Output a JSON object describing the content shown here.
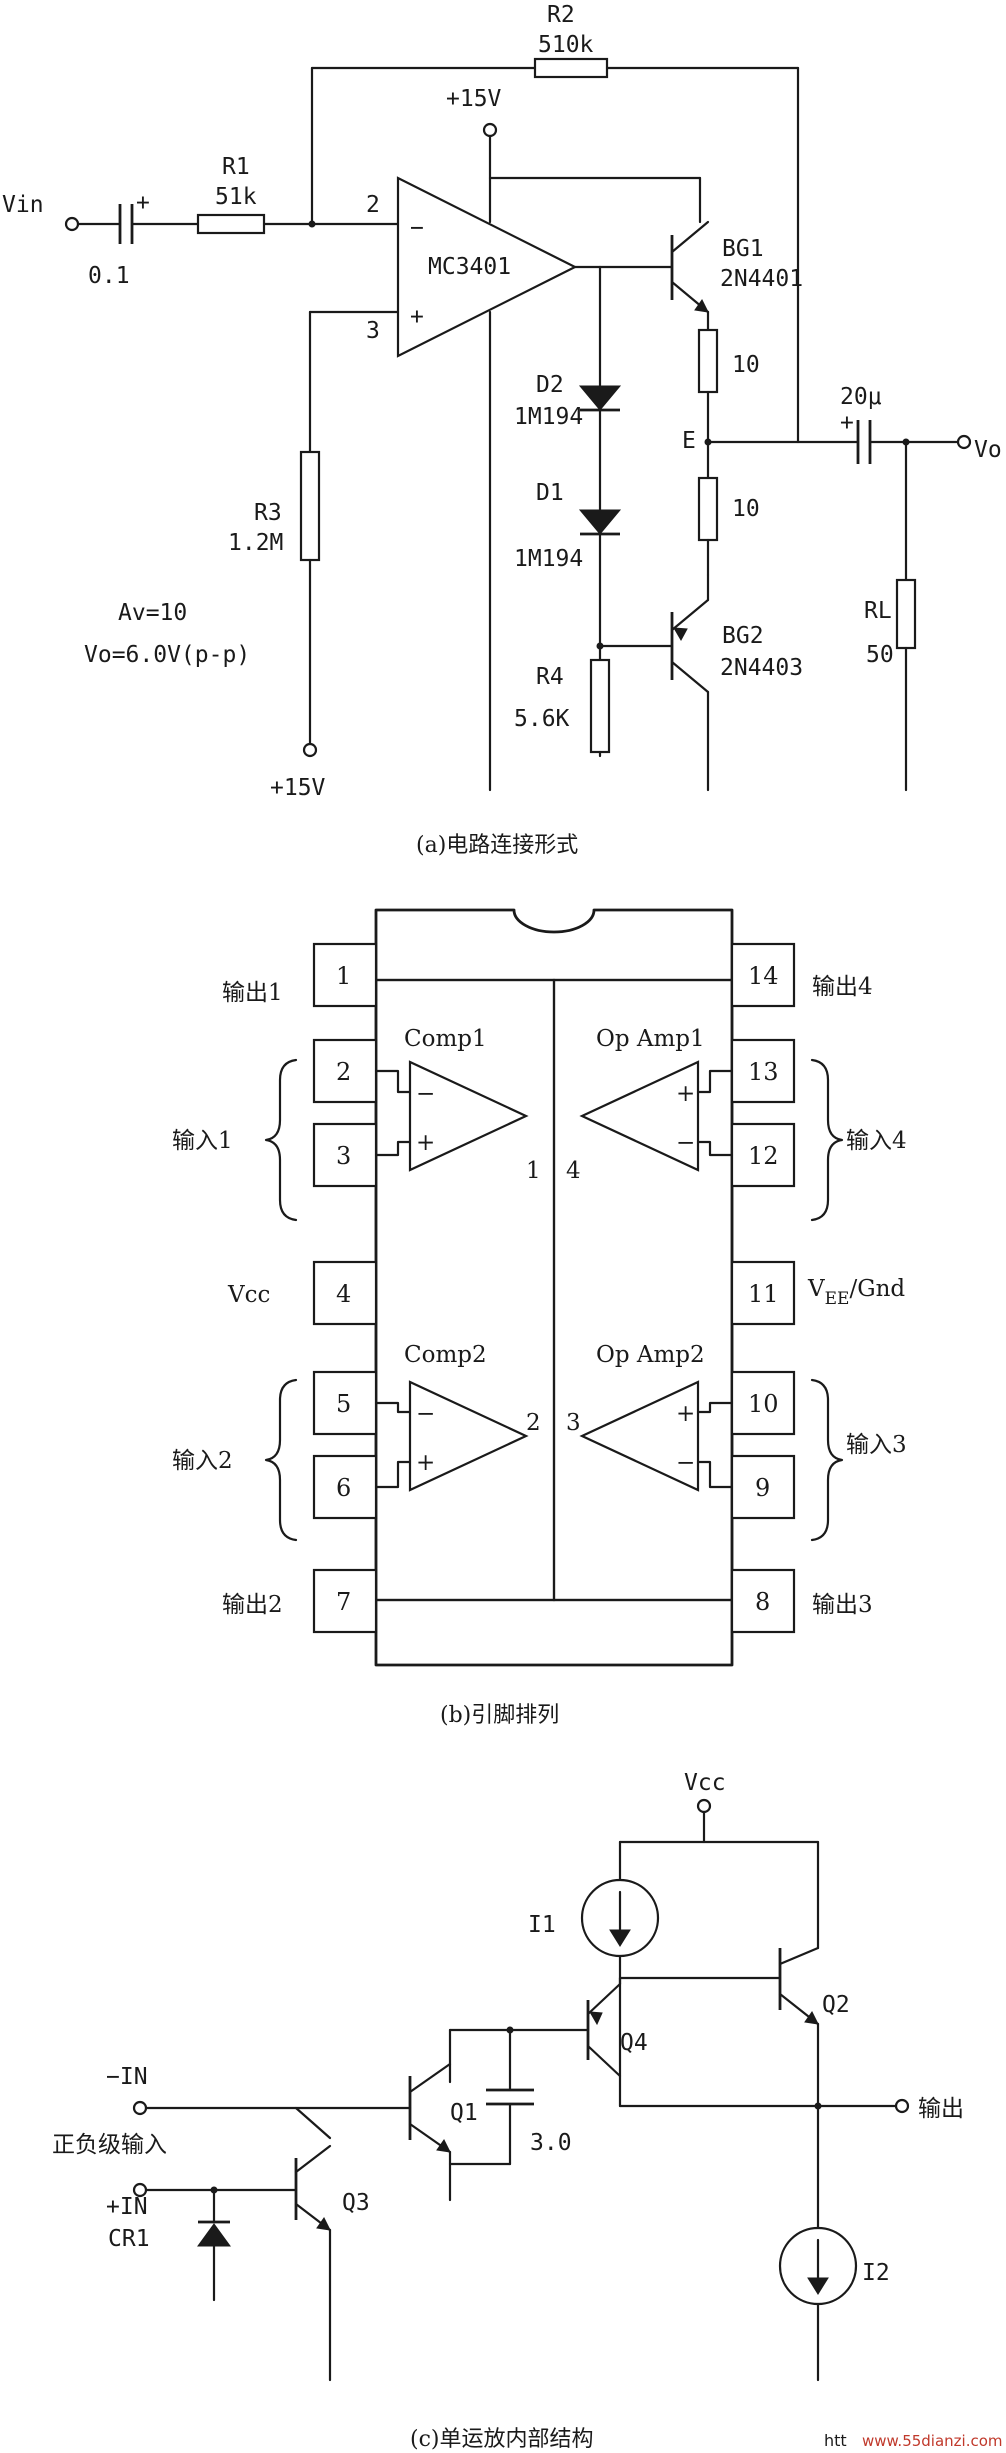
{
  "circuit_a": {
    "vin": "Vin",
    "c_in": "0.1",
    "c_in_plus": "+",
    "r1_name": "R1",
    "r1_val": "51k",
    "r2_name": "R2",
    "r2_val": "510k",
    "supply_top": "+15V",
    "opamp": "MC3401",
    "pin2": "2",
    "pin3": "3",
    "minus": "−",
    "plus": "+",
    "r3_name": "R3",
    "r3_val": "1.2M",
    "av": "Av=10",
    "vo_spec": "Vo=6.0V(p-p)",
    "supply_bottom": "+15V",
    "bg1_name": "BG1",
    "bg1_part": "2N4401",
    "bg2_name": "BG2",
    "bg2_part": "2N4403",
    "d2_name": "D2",
    "d2_part": "1M194",
    "d1_name": "D1",
    "d1_part": "1M194",
    "r_top": "10",
    "r_bot": "10",
    "node_e": "E",
    "r4_name": "R4",
    "r4_val": "5.6K",
    "c_out": "20μ",
    "c_out_plus": "+",
    "rl_name": "RL",
    "rl_val": "50",
    "vo": "Vo",
    "caption": "(a)电路连接形式"
  },
  "pinout_b": {
    "left_pins": [
      "1",
      "2",
      "3",
      "4",
      "5",
      "6",
      "7"
    ],
    "right_pins": [
      "14",
      "13",
      "12",
      "11",
      "10",
      "9",
      "8"
    ],
    "out1": "输出1",
    "in1": "输入1",
    "vcc": "Vcc",
    "in2": "输入2",
    "out2": "输出2",
    "out4": "输出4",
    "in4": "输入4",
    "vee_main": "V",
    "vee_sub": "EE",
    "vee_tail": "/Gnd",
    "in3": "输入3",
    "out3": "输出3",
    "comp1": "Comp1",
    "comp2": "Comp2",
    "opamp1": "Op Amp1",
    "opamp2": "Op Amp2",
    "unit1": "1",
    "unit2": "2",
    "unit3": "3",
    "unit4": "4",
    "minus": "−",
    "plus": "+",
    "caption": "(b)引脚排列"
  },
  "internal_c": {
    "vcc": "Vcc",
    "i1": "I1",
    "i2": "I2",
    "q1": "Q1",
    "q2": "Q2",
    "q3": "Q3",
    "q4": "Q4",
    "cap": "3.0",
    "minus_in": "−IN",
    "plus_in": "+IN",
    "bias_label": "正负级输入",
    "cr1": "CR1",
    "output": "输出",
    "caption": "(c)单运放内部结构"
  },
  "watermark": {
    "left": "htt",
    "right": "www.55dianzi.com"
  }
}
